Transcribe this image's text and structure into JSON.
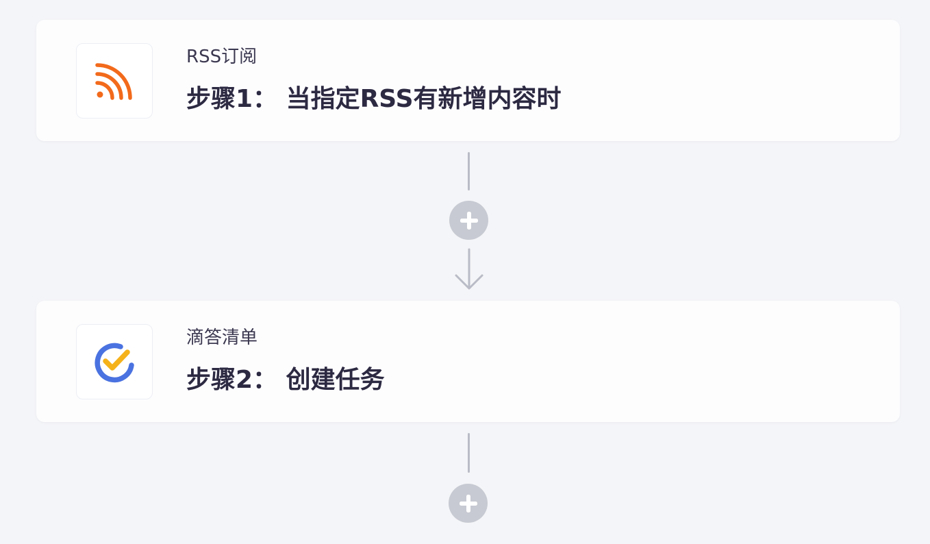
{
  "steps": [
    {
      "app_name": "RSS订阅",
      "title": "步骤1： 当指定RSS有新增内容时",
      "icon": "rss-feed-icon",
      "icon_color": "#f26a1b"
    },
    {
      "app_name": "滴答清单",
      "title": "步骤2： 创建任务",
      "icon": "ticktick-check-icon",
      "icon_colors": [
        "#4a72e0",
        "#f5b21a"
      ]
    }
  ],
  "connectors": {
    "add_step_icon": "plus-circle-icon",
    "flow_arrow_icon": "arrow-down-icon",
    "color": "#c7cad2"
  }
}
